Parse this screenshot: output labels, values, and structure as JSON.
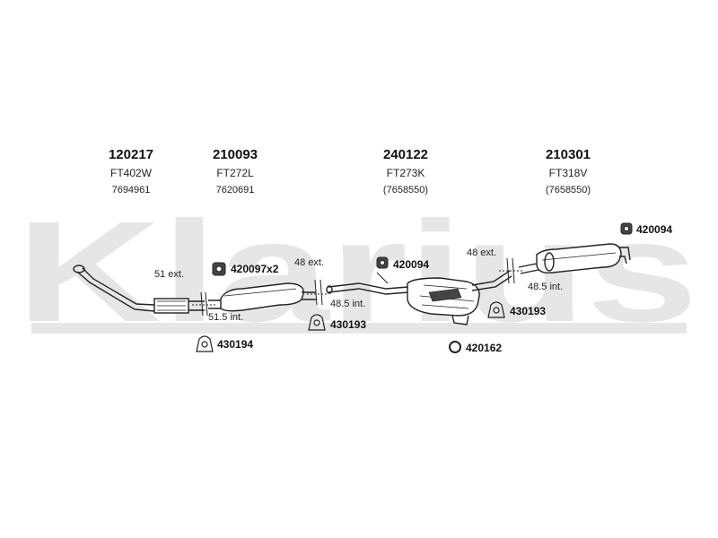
{
  "watermark": "Klarius",
  "sections": [
    {
      "number": "120217",
      "code": "FT402W",
      "ref": "7694961"
    },
    {
      "number": "210093",
      "code": "FT272L",
      "ref": "7620691"
    },
    {
      "number": "240122",
      "code": "FT273K",
      "ref": "(7658550)"
    },
    {
      "number": "210301",
      "code": "FT318V",
      "ref": "(7658550)"
    }
  ],
  "dimensions": {
    "d1": "51 ext.",
    "d2": "51.5 int.",
    "d3": "48 ext.",
    "d4": "48.5 int.",
    "d5": "48 ext.",
    "d6": "48.5 int."
  },
  "parts": {
    "p1": "420097x2",
    "p2": "430194",
    "p3": "430193",
    "p4": "420094",
    "p5": "420162",
    "p6": "430193",
    "p7": "420094"
  }
}
